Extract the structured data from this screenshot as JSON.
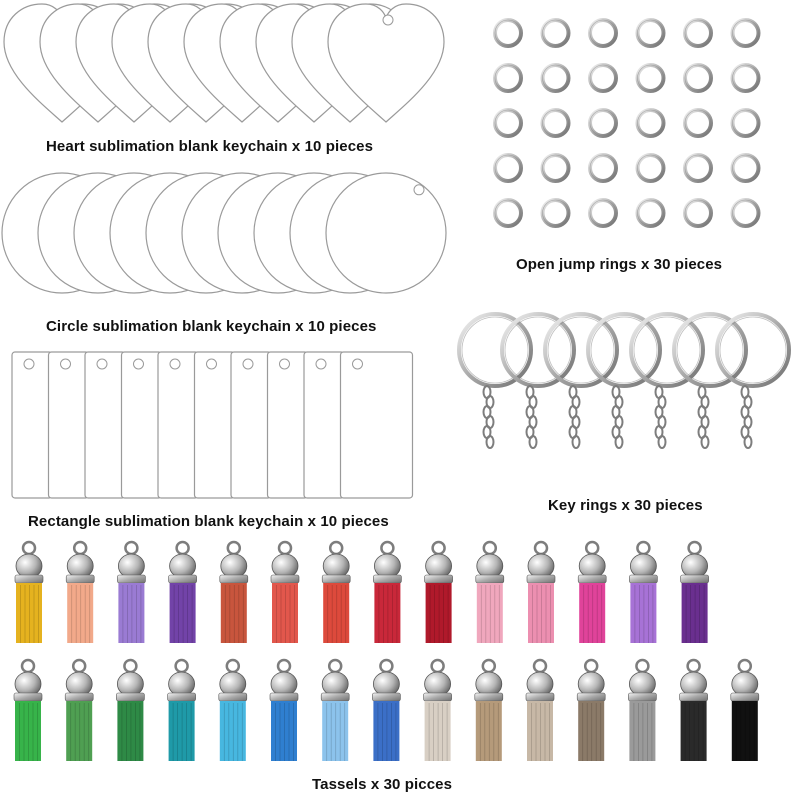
{
  "captions": {
    "heart": "Heart sublimation blank keychain x 10 pieces",
    "circle": "Circle sublimation blank keychain x 10 pieces",
    "rectangle": "Rectangle sublimation blank keychain x 10 pieces",
    "jump_rings": "Open jump rings x 30 pieces",
    "key_rings": "Key rings x 30 pieces",
    "tassels": "Tassels x 30 picces"
  },
  "colors": {
    "blank_fill": "#ffffff",
    "blank_edge": "#9a9a9a",
    "metal_light": "#e8e8e8",
    "metal_dark": "#7d7d7d",
    "tassel_row_1": [
      "#e5b21f",
      "#f2a98a",
      "#9a7bd3",
      "#7243a8",
      "#c8553d",
      "#e2574c",
      "#dd4a3c",
      "#c9283a",
      "#b0192b",
      "#f0a7bd",
      "#ec8fb0",
      "#e0439a",
      "#a772d6",
      "#6a2f8f"
    ],
    "tassel_row_2": [
      "#37b34a",
      "#4f9f52",
      "#2e8a46",
      "#1f9aa8",
      "#47b7e0",
      "#2f7fd0",
      "#8cc3ec",
      "#3b6fc7",
      "#d8cfc4",
      "#b59a7a",
      "#c7b8a6",
      "#8b7a68",
      "#9a9a9a",
      "#2a2a2a",
      "#111111"
    ]
  }
}
